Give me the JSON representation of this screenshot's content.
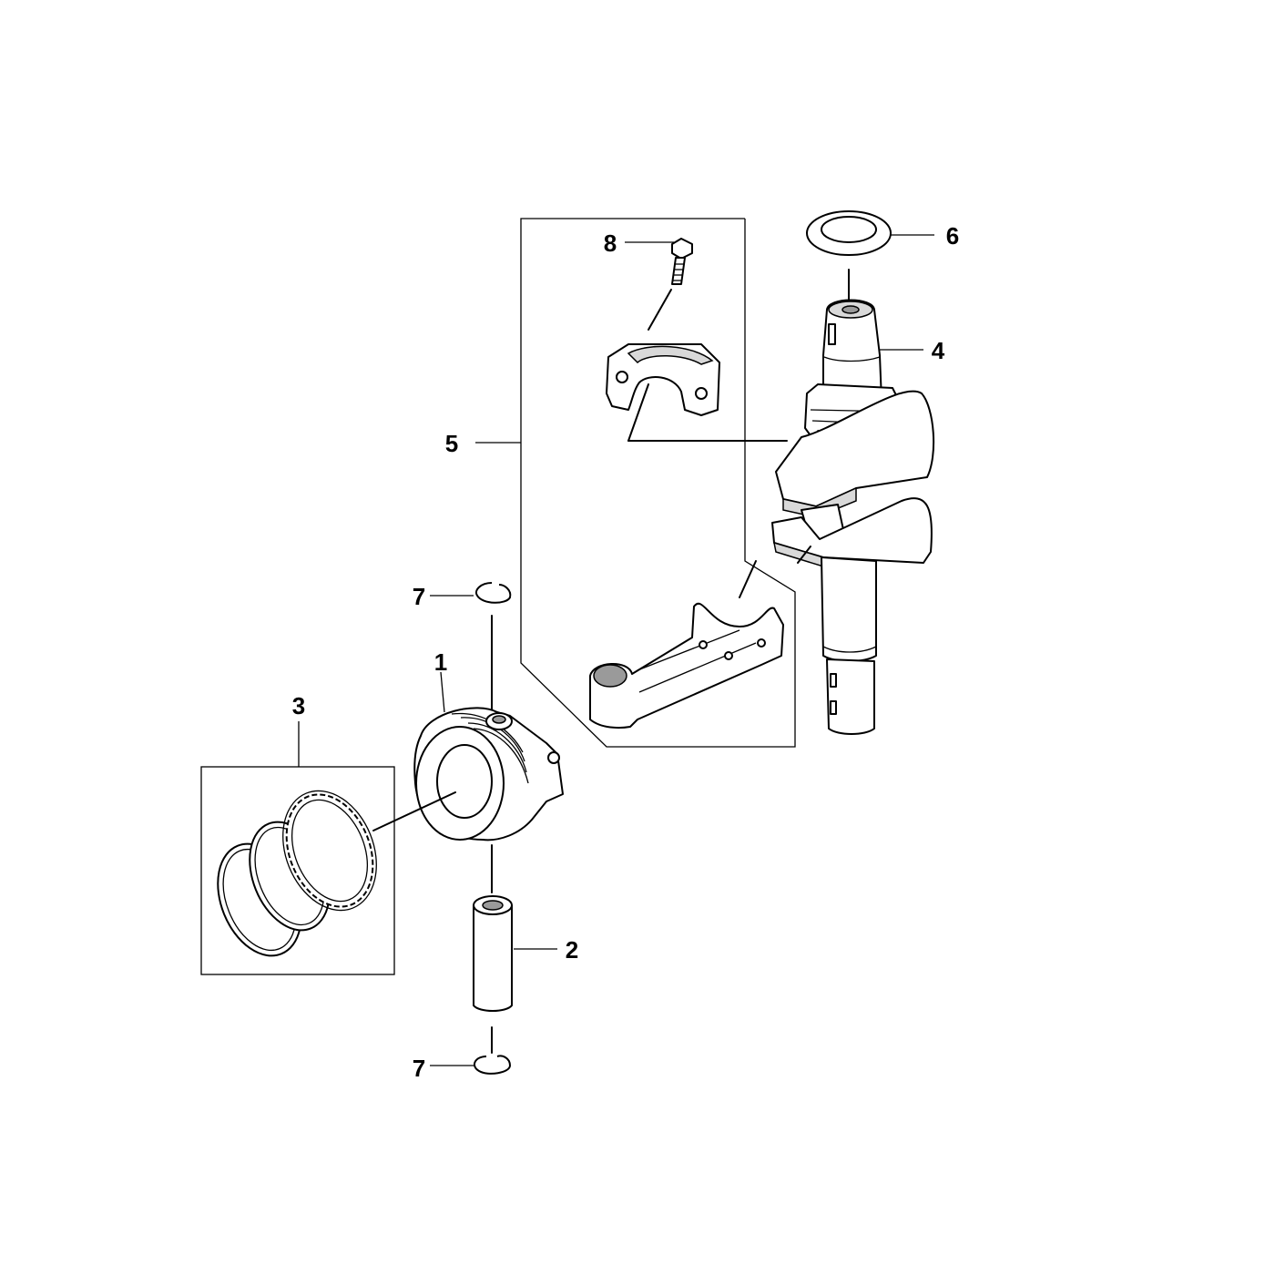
{
  "diagram": {
    "callouts": [
      {
        "id": "piston",
        "label": "1"
      },
      {
        "id": "piston-pin",
        "label": "2"
      },
      {
        "id": "ring-set",
        "label": "3"
      },
      {
        "id": "crankshaft",
        "label": "4"
      },
      {
        "id": "connecting-rod-assembly",
        "label": "5"
      },
      {
        "id": "washer",
        "label": "6"
      },
      {
        "id": "circlip-top",
        "label": "7"
      },
      {
        "id": "circlip-bottom",
        "label": "7"
      },
      {
        "id": "bolt",
        "label": "8"
      }
    ]
  }
}
